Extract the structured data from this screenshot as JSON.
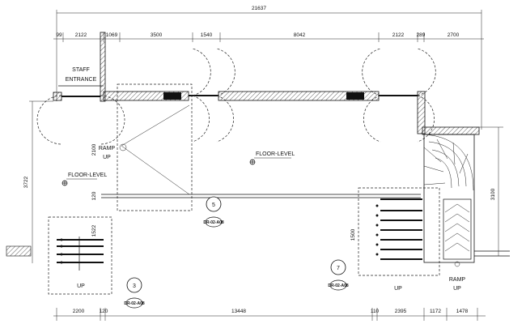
{
  "dimensions": {
    "overall_top": "21637",
    "top_segments": [
      "99",
      "2122",
      "1069",
      "3500",
      "1540",
      "8042",
      "2122",
      "289",
      "2700"
    ],
    "bottom_segments": [
      "2200",
      "120",
      "13448",
      "110",
      "2395",
      "1172",
      "1478"
    ],
    "left_vertical": "3722",
    "right_vertical": "3100",
    "ramp_vertical": "2100",
    "mid_vertical": "120",
    "small_vertical_a": "1522",
    "small_vertical_b": "1500"
  },
  "labels": {
    "staff_entrance_line1": "STAFF",
    "staff_entrance_line2": "ENTRANCE",
    "ramp_up_left_line1": "RAMP",
    "ramp_up_left_line2": "UP",
    "floor_level_main": "FLOOR-LEVEL",
    "floor_level_left": "FLOOR-LEVEL",
    "up_left": "UP",
    "up_right": "UP",
    "ramp_up_right_line1": "RAMP",
    "ramp_up_right_line2": "UP"
  },
  "section_markers": [
    {
      "number": "5",
      "tag": "DR-02-A08"
    },
    {
      "number": "3",
      "tag": "DR-02-A08"
    },
    {
      "number": "7",
      "tag": "DR-02-A08"
    }
  ]
}
